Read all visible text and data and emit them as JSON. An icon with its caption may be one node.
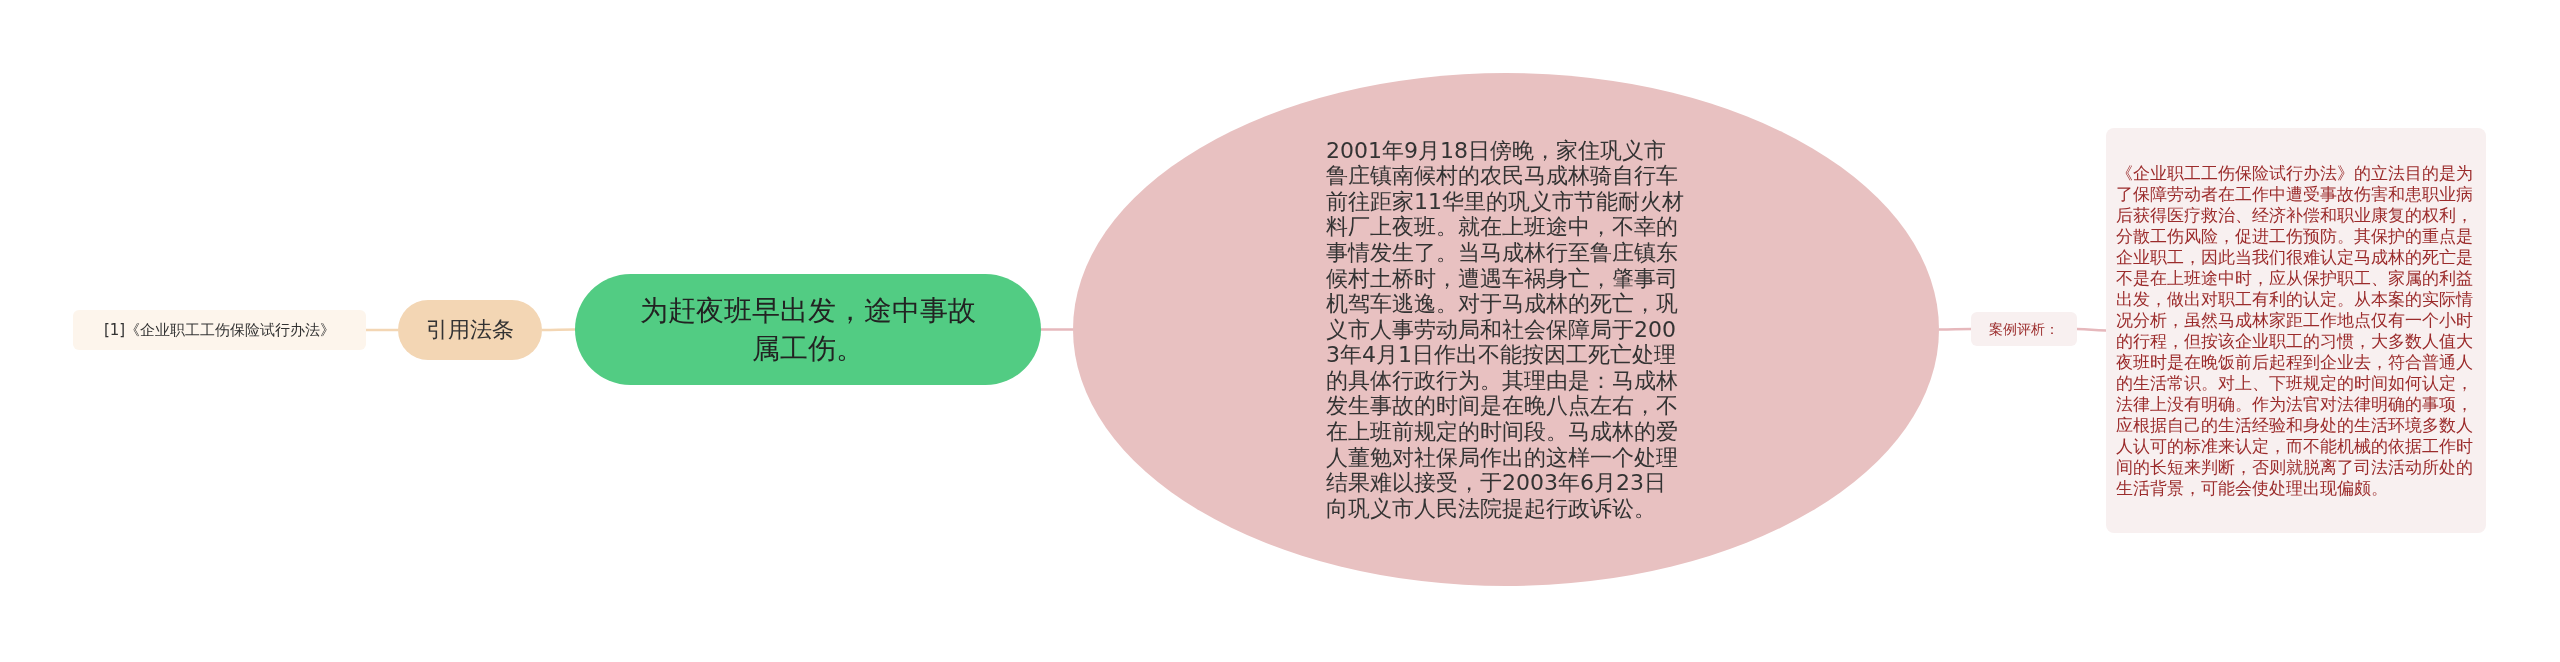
{
  "diagram": {
    "nodes": [
      {
        "text": [
          "为赶夜班早出发，途中事故属工伤。"
        ]
      },
      {
        "text": [
          "引用法条"
        ]
      },
      {
        "text": [
          "[1]《企业职工工伤保险试行办法》"
        ]
      },
      {
        "text": [
          "2001年9月18日傍晚，家住巩义市鲁庄镇南候村的农民马成林骑自行车前往距家11华里的巩义市节能耐火材料厂上夜班。就在上班途中，不幸的事情发生了。当马成林行至鲁庄镇东候村土桥时，遭遇车祸身亡，肇事司机驾车逃逸。对于马成林的死亡，巩义市人事劳动局和社会保障局于2003年4月1日作出不能按因工死亡处理的具体行政行为。其理由是：马成林发生事故的时间是在晚八点左右，不在上班前规定的时间段。马成林的爱人董勉对社保局作出的这样一个处理结果难以接受，于2003年6月23日向巩义市人民法院提起行政诉讼。"
        ]
      },
      {
        "text": [
          "案例评析："
        ]
      },
      {
        "text": [
          "《企业职工工伤保险试行办法》的立法目的是为了保障劳动者在工作中遭受事故伤害和患职业病后获得医疗救治、经济补偿和职业康复的权利，分散工伤风险，促进工伤预防。其保护的重点是企业职工，因此当我们很难认定马成林的死亡是不是在上班途中时，应从保护职工、家属的利益出发，做出对职工有利的认定。从本案的实际情况分析，虽然马成林家距工作地点仅有一个小时的行程，但按该企业职工的习惯，大多数人值大夜班时是在晚饭前后起程到企业去，符合普通人的生活常识。对上、下班规定的时间如何认定，法律上没有明确。作为法官对法律明确的事项，应根据自己的生活经验和身处的生活环境多数人人认可的标准来认定，而不能机械的依据工作时间的长短来判断，否则就脱离了司法活动所处的生活背景，可能会使处理出现偏颇。"
        ]
      }
    ],
    "edges": [
      {
        "from": 0,
        "to": 1,
        "arrow": "none",
        "color": "#f3d6b4"
      },
      {
        "from": 1,
        "to": 2,
        "arrow": "none",
        "color": "#f3d6b4"
      },
      {
        "from": 0,
        "to": 3,
        "arrow": "none"
      },
      {
        "from": 3,
        "to": 4,
        "arrow": "none"
      },
      {
        "from": 4,
        "to": 5,
        "arrow": "none"
      }
    ]
  }
}
